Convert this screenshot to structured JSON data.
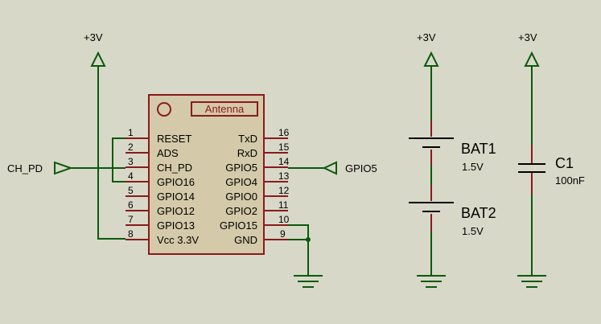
{
  "power_label": "+3V",
  "chip": {
    "antenna_label": "Antenna",
    "left_pins": [
      {
        "num": "1",
        "name": "RESET"
      },
      {
        "num": "2",
        "name": "ADS"
      },
      {
        "num": "3",
        "name": "CH_PD"
      },
      {
        "num": "4",
        "name": "GPIO16"
      },
      {
        "num": "5",
        "name": "GPIO14"
      },
      {
        "num": "6",
        "name": "GPIO12"
      },
      {
        "num": "7",
        "name": "GPIO13"
      },
      {
        "num": "8",
        "name": "Vcc 3.3V"
      }
    ],
    "right_pins": [
      {
        "num": "16",
        "name": "TxD"
      },
      {
        "num": "15",
        "name": "RxD"
      },
      {
        "num": "14",
        "name": "GPIO5"
      },
      {
        "num": "13",
        "name": "GPIO4"
      },
      {
        "num": "12",
        "name": "GPIO0"
      },
      {
        "num": "11",
        "name": "GPIO2"
      },
      {
        "num": "10",
        "name": "GPIO15"
      },
      {
        "num": "9",
        "name": "GND"
      }
    ]
  },
  "terminals": {
    "ch_pd": "CH_PD",
    "gpio5": "GPIO5"
  },
  "bat1": {
    "ref": "BAT1",
    "value": "1.5V"
  },
  "bat2": {
    "ref": "BAT2",
    "value": "1.5V"
  },
  "c1": {
    "ref": "C1",
    "value": "100nF"
  },
  "colors": {
    "wire": "#0b5a0b",
    "body": "#8b1a1a",
    "fill": "#d4c9a9",
    "background": "#d8d8c8"
  }
}
